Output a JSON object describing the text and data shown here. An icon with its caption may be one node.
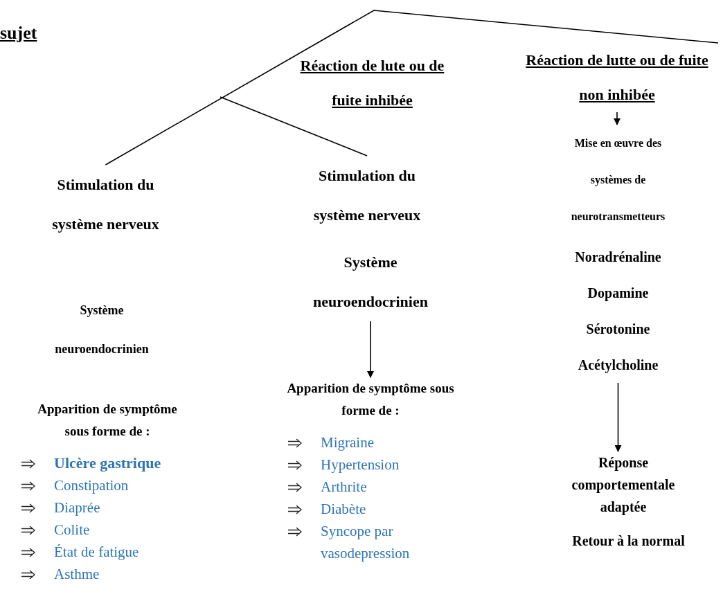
{
  "diagram": {
    "nodes": [
      {
        "text": [
          "Réaction de lute ou de fuite inhibée"
        ]
      },
      {
        "text": [
          "Réaction de lutte ou de fuite non inhibée"
        ]
      },
      {
        "text": [
          "Stimulation du système nerveux"
        ]
      },
      {
        "text": [
          "Stimulation du système nerveux"
        ]
      },
      {
        "text": [
          "Système neuroendocrinien"
        ]
      },
      {
        "text": [
          "Mise en œuvre des systèmes de neurotransmetteurs"
        ]
      },
      {
        "text": [
          "Système neuroendocrinien"
        ]
      },
      {
        "text": [
          "Noradrénaline",
          "Dopamine",
          "Sérotonine",
          "Acétylcholine"
        ]
      },
      {
        "text": [
          "Apparition de symptôme sous forme de :",
          "Migraine",
          "Hypertension",
          "Arthrite",
          "Diabète",
          "Syncope par vasodepression"
        ]
      },
      {
        "text": [
          "Apparition de symptôme sous forme de :",
          "Ulcère gastrique",
          "Constipation",
          "Diaprée",
          "Colite",
          "État de fatigue",
          "Asthme"
        ]
      },
      {
        "text": [
          "Réponse comportementale adaptée"
        ]
      },
      {
        "text": [
          "Retour à la normal"
        ]
      }
    ],
    "edges": [
      {
        "from": 2,
        "to": 1,
        "arrow": "none"
      },
      {
        "from": 3,
        "to": null,
        "arrow": "none"
      },
      {
        "from": 1,
        "to": 5,
        "arrow": "to"
      },
      {
        "from": 4,
        "to": 8,
        "arrow": "to"
      },
      {
        "from": 7,
        "to": 10,
        "arrow": "to"
      }
    ],
    "labels": [
      "sujet"
    ]
  }
}
